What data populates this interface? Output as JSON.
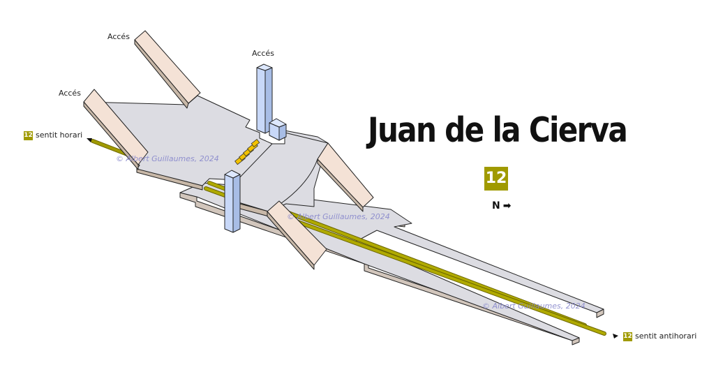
{
  "station": {
    "name": "Juan de la Cierva",
    "line": "12"
  },
  "compass": {
    "label": "N",
    "arrow": "➡"
  },
  "entrances": [
    {
      "label": "Accés"
    },
    {
      "label": "Accés"
    },
    {
      "label": "Accés"
    }
  ],
  "directions": {
    "clockwise": {
      "line": "12",
      "text": "sentit horari"
    },
    "counterclockwise": {
      "line": "12",
      "text": "sentit antihorari"
    }
  },
  "watermark": "© Albert Guillaumes, 2024",
  "colors": {
    "line_12": "#a09a00",
    "floor": "#dcdce2",
    "floor_edge": "#c8b8a8",
    "ramp": "#f4e2d6",
    "elevator": "#c8d8f8",
    "platform_side": "#d2c6bc",
    "gates": "#f2c200"
  }
}
